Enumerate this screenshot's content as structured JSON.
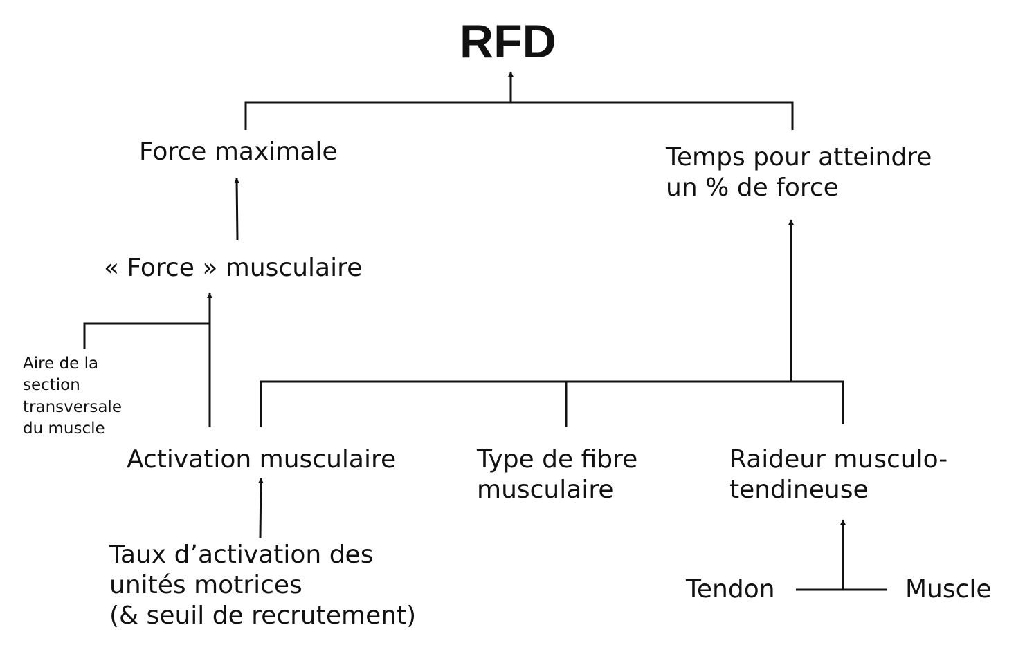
{
  "diagram": {
    "title": "RFD",
    "nodes": {
      "force_max": "Force maximale",
      "temps": [
        "Temps pour atteindre",
        "un % de force"
      ],
      "force_musc": "« Force » musculaire",
      "aire": [
        "Aire de la",
        "section",
        "transversale",
        "du muscle"
      ],
      "activation": "Activation musculaire",
      "fibre": [
        "Type de fibre",
        "musculaire"
      ],
      "raideur": [
        "Raideur musculo-",
        "tendineuse"
      ],
      "taux": [
        "Taux d’activation des",
        "unités motrices",
        "(& seuil de recrutement)"
      ],
      "tendon": "Tendon",
      "muscle": "Muscle"
    },
    "colors": {
      "line": "#111111",
      "text": "#111111",
      "background": "#ffffff"
    }
  }
}
